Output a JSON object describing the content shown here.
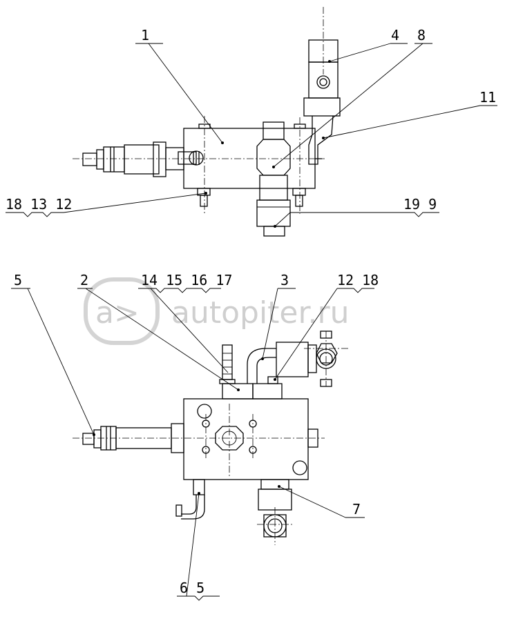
{
  "watermark": {
    "text": "autopiter.ru",
    "logo_glyph": "a>"
  },
  "callouts": {
    "top": {
      "c1": "1",
      "c4": "4",
      "c8": "8",
      "c11": "11",
      "c18_13_12": "18 13 12",
      "c19_9": "19 9"
    },
    "bottom": {
      "c5_left": "5",
      "c2": "2",
      "c14_15_16_17": "14 15 16 17",
      "c3": "3",
      "c12_18": "12 18",
      "c7": "7",
      "c6_5": "6 5"
    }
  }
}
